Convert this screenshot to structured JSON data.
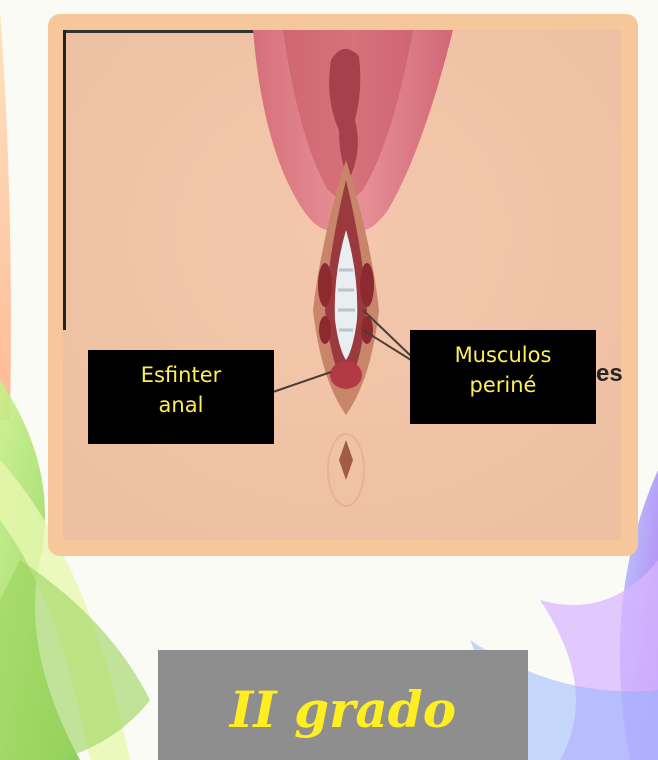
{
  "diagram": {
    "labels": {
      "sphincter": "Esfinter\nanal",
      "perineum": "Musculos\nperiné"
    },
    "partial_background_text": "es"
  },
  "caption": {
    "grade": "II grado"
  },
  "colors": {
    "frame": "#f6c79a",
    "label_background": "#000000",
    "label_text": "#ffee55",
    "caption_background": "#8e8e8e",
    "caption_text": "#ffee22"
  }
}
